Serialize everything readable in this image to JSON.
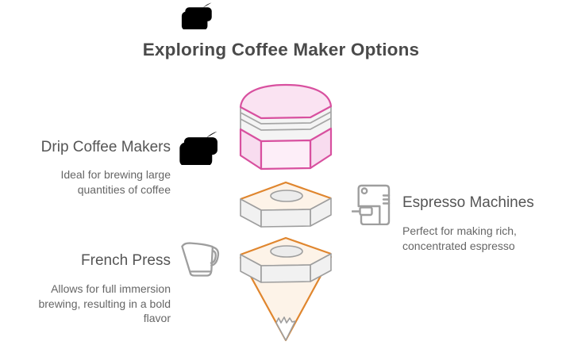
{
  "title": "Exploring Coffee Maker Options",
  "items": [
    {
      "label": "Drip Coffee Makers",
      "description": "Ideal for brewing large quantities of coffee",
      "icon": "drip-coffee-pot-icon",
      "side": "left",
      "funnel_segment": "pink-drum"
    },
    {
      "label": "Espresso Machines",
      "description": "Perfect for making rich, concentrated espresso",
      "icon": "espresso-machine-icon",
      "side": "right",
      "funnel_segment": "hex-nut-middle"
    },
    {
      "label": "French Press",
      "description": "Allows for full immersion brewing, resulting in a bold flavor",
      "icon": "pitcher-jug-icon",
      "side": "left",
      "funnel_segment": "hex-nut-cone-bottom"
    }
  ],
  "colors": {
    "background": "#ffffff",
    "pink": "#d8509f",
    "icon_pink": "#dd55a3",
    "pink_fill": "#fae3f2",
    "pink_fill_front": "#fdeef8",
    "pink_fill_side": "#f8dcef",
    "orange": "#e0862e",
    "cream_fill": "#fdf3e8",
    "gray_stroke": "#9e9e9e",
    "stripe_gray": "#a6a6a6",
    "gray_fill": "#f1f1f1",
    "band_fill": "#f4f4f4",
    "ellipse_fill": "#ececec",
    "title_text": "#4a4a4a",
    "label_text": "#555555",
    "desc_text": "#666666"
  }
}
